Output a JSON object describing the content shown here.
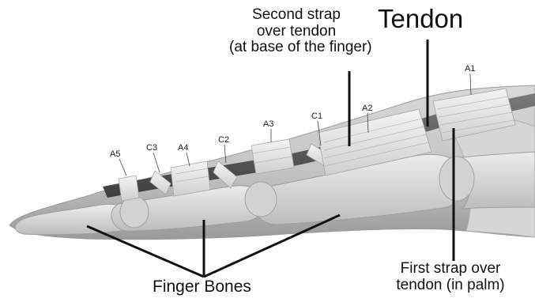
{
  "labels": {
    "second_strap": [
      "Second strap",
      "over tendon",
      "(at base of the finger)"
    ],
    "tendon": "Tendon",
    "first_strap": [
      "First strap over",
      "tendon (in palm)"
    ],
    "finger_bones": "Finger Bones"
  },
  "pulleys": {
    "a5": "A5",
    "c3": "C3",
    "a4": "A4",
    "c2": "C2",
    "a3": "A3",
    "c1": "C1",
    "a2": "A2",
    "a1": "A1"
  },
  "colors": {
    "background": "#ffffff",
    "tissue": "#c9c9c9",
    "tissue_shadow": "#8e8e8e",
    "bone": "#dcdcdc",
    "tendon": "#5a5a5a",
    "strap": "#ececec",
    "leader": "#111111"
  }
}
